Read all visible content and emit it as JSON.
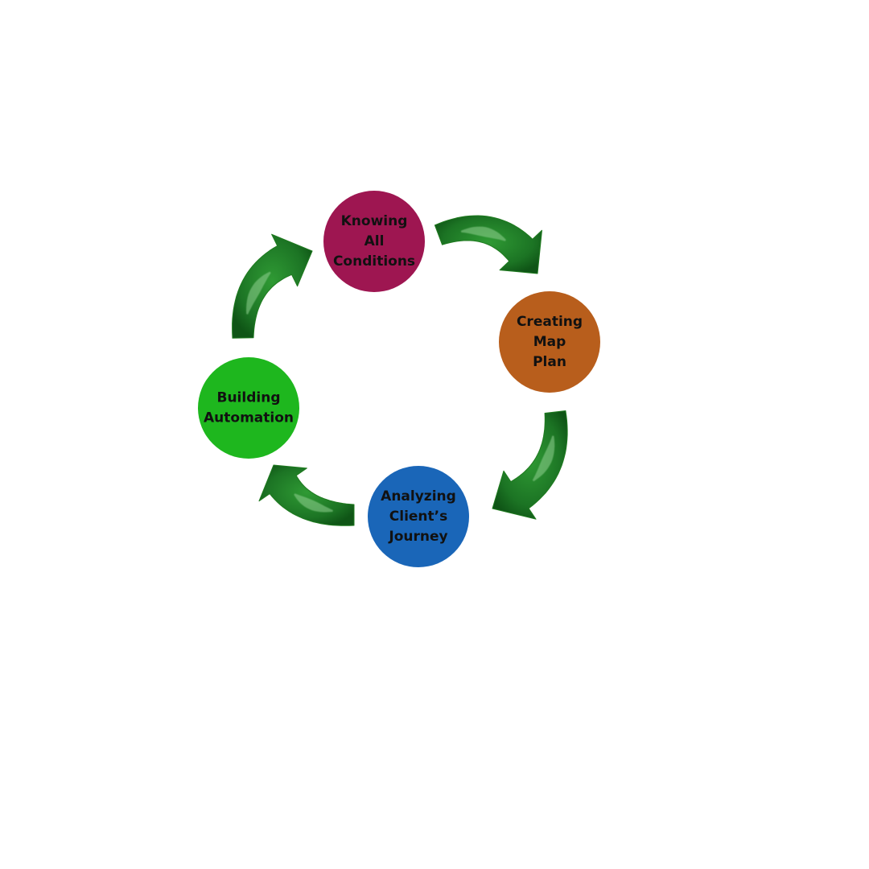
{
  "diagram": {
    "type": "cycle",
    "nodes": [
      {
        "id": "knowing",
        "lines": [
          "Knowing",
          "All",
          "Conditions"
        ],
        "color": "#9e1651"
      },
      {
        "id": "creating",
        "lines": [
          "Creating",
          "Map",
          "Plan"
        ],
        "color": "#b85e1c"
      },
      {
        "id": "analyzing",
        "lines": [
          "Analyzing",
          "Client’s",
          "Journey"
        ],
        "color": "#1a66b8"
      },
      {
        "id": "building",
        "lines": [
          "Building",
          "Automation"
        ],
        "color": "#1eb71e"
      }
    ],
    "arrows": [
      {
        "from": "knowing",
        "to": "creating"
      },
      {
        "from": "creating",
        "to": "analyzing"
      },
      {
        "from": "analyzing",
        "to": "building"
      },
      {
        "from": "building",
        "to": "knowing"
      }
    ],
    "arrow_color": "#1f7a1f",
    "arrow_highlight": "#8fcf8f"
  }
}
